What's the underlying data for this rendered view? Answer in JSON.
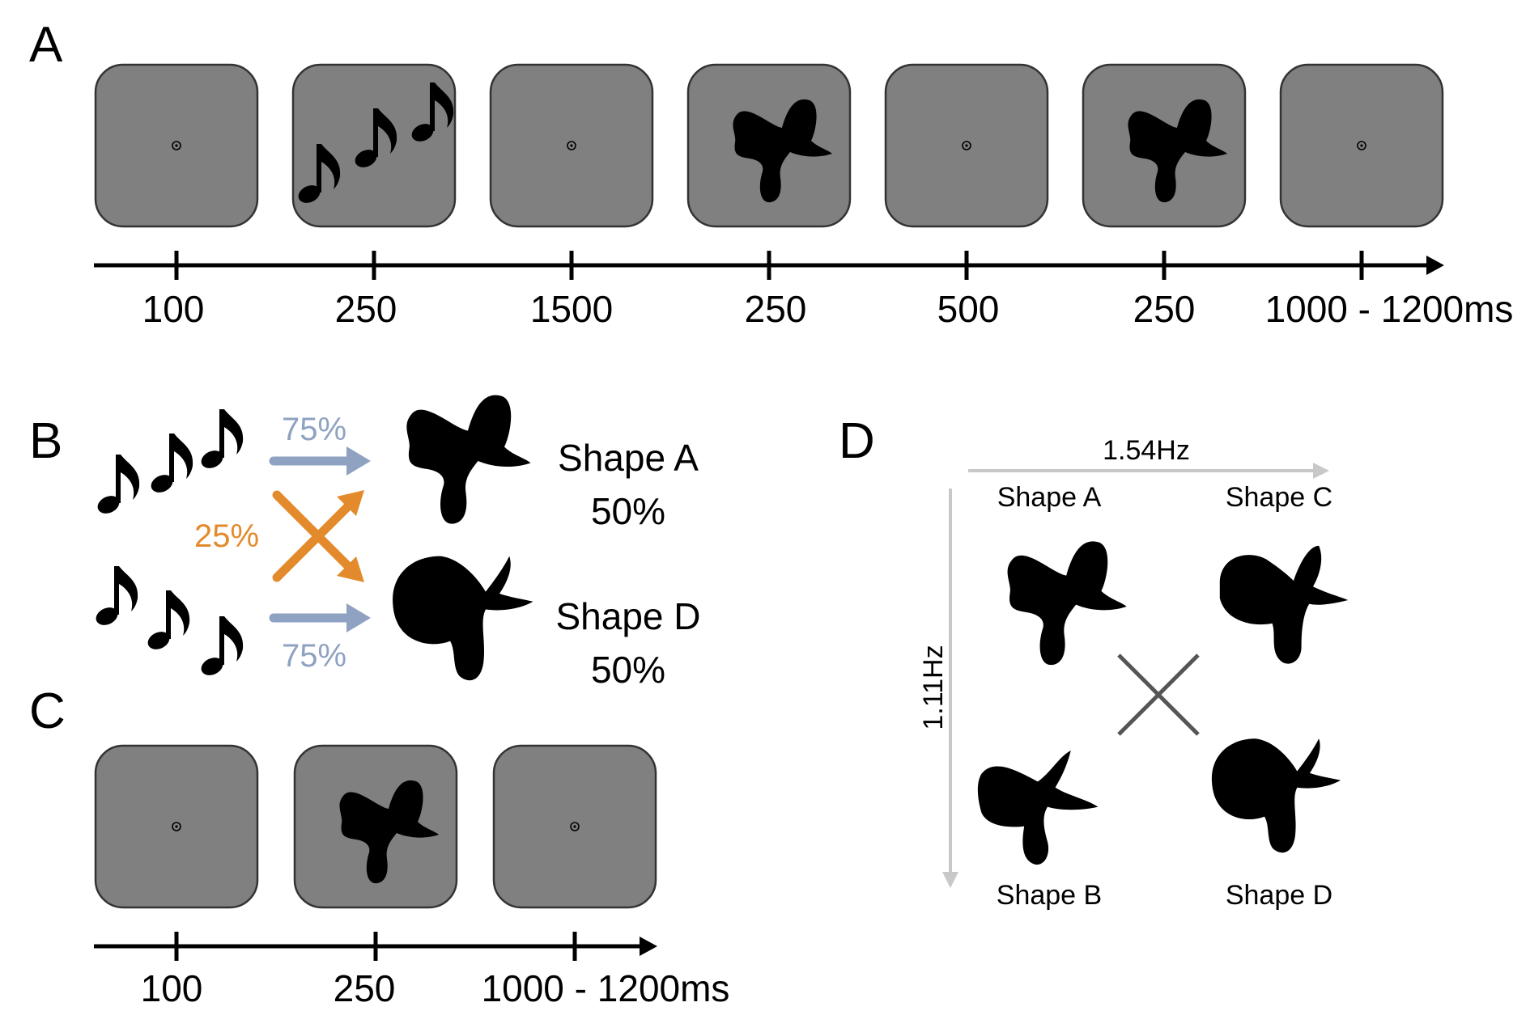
{
  "panels": {
    "a": {
      "letter": "A",
      "timeline": [
        "100",
        "250",
        "1500",
        "250",
        "500",
        "250",
        "1000 - 1200ms"
      ]
    },
    "b": {
      "letter": "B",
      "prob_valid_top": "75%",
      "prob_invalid": "25%",
      "prob_valid_bottom": "75%",
      "shape_a_name": "Shape A",
      "shape_a_pct": "50%",
      "shape_d_name": "Shape D",
      "shape_d_pct": "50%"
    },
    "c": {
      "letter": "C",
      "timeline": [
        "100",
        "250",
        "1000 - 1200ms"
      ]
    },
    "d": {
      "letter": "D",
      "x_freq": "1.54Hz",
      "y_freq": "1.11Hz",
      "top_left": "Shape A",
      "top_right": "Shape C",
      "bottom_left": "Shape B",
      "bottom_right": "Shape D"
    }
  },
  "colors": {
    "screen_fill": "#808080",
    "valid_arrow": "#8fa2c2",
    "invalid_arrow": "#e38b2c",
    "axis_gray": "#c8c8c8",
    "cross_gray": "#555555"
  },
  "icons": [
    "fixation-dot-icon",
    "music-note-icon",
    "shape-icon",
    "arrow-icon"
  ]
}
